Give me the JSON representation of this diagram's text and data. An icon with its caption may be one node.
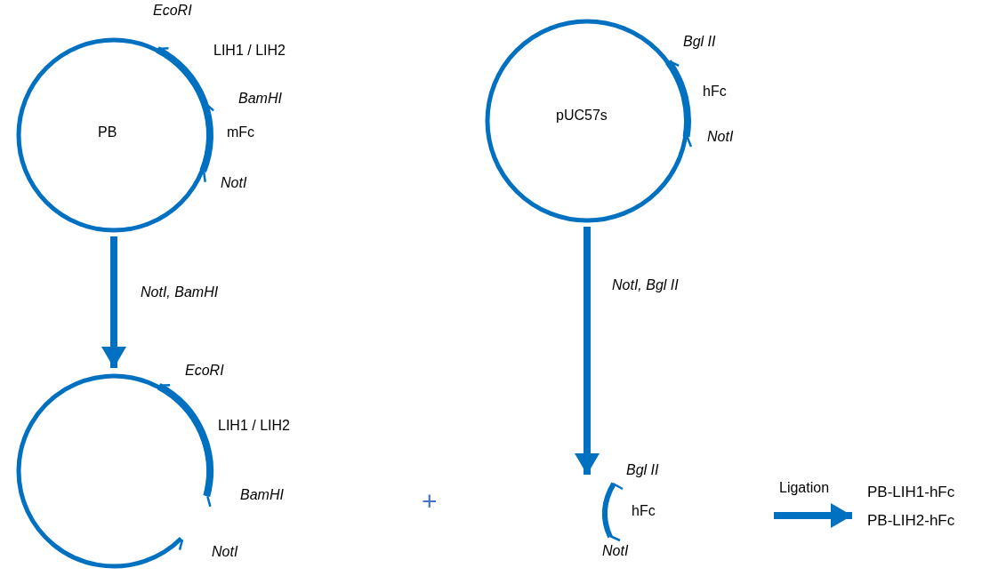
{
  "diagram": {
    "nodes": [
      {
        "text": [
          "PB"
        ],
        "beside": [
          "EcoRI",
          "LIH1 / LIH2",
          "BamHI",
          "mFc",
          "NotI"
        ]
      },
      {
        "text": [
          "pUC57s"
        ],
        "beside": [
          "Bgl II",
          "hFc",
          "NotI"
        ]
      },
      {
        "text": [],
        "shape": "circle",
        "beside": [
          "EcoRI",
          "LIH1 / LIH2",
          "BamHI",
          "NotI"
        ]
      },
      {
        "text": [],
        "shape": "arc",
        "beside": [
          "Bgl II",
          "hFc",
          "NotI"
        ]
      },
      {
        "text": [
          "PB-LIH1-hFc",
          "PB-LIH2-hFc"
        ]
      }
    ],
    "edges": [
      {
        "from": 0,
        "to": 2,
        "arrow": "to",
        "label": "NotI, BamHI"
      },
      {
        "from": 1,
        "to": 3,
        "arrow": "to",
        "label": "NotI, Bgl II"
      },
      {
        "from": null,
        "to": 4,
        "arrow": "to",
        "label": "Ligation"
      }
    ],
    "labels": [
      "+"
    ]
  }
}
